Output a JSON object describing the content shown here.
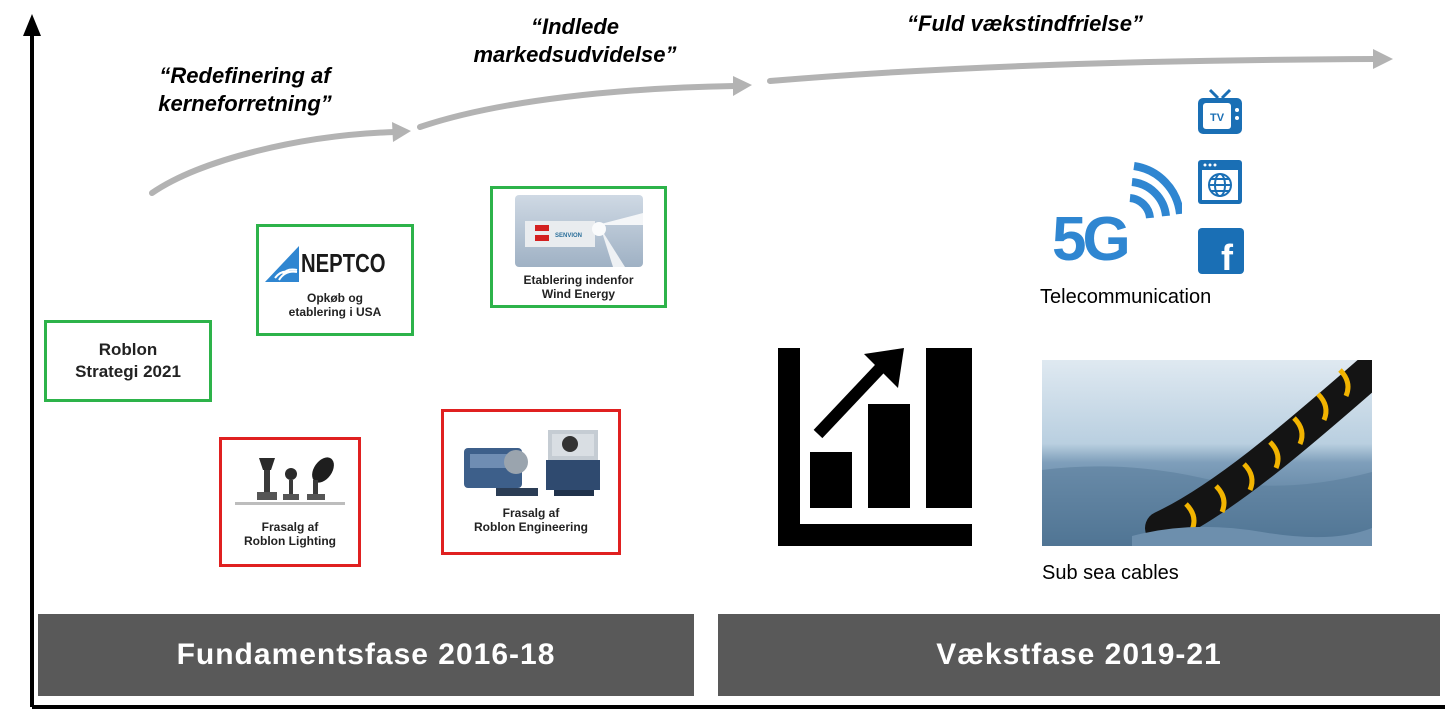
{
  "phases": {
    "step1": [
      "“Redefinering af",
      "kerneforretning”"
    ],
    "step2": [
      "“Indlede",
      "markedsudvidelse”"
    ],
    "step3": "“Fuld vækstindfrielse”"
  },
  "boxes": {
    "strategy": {
      "line1": "Roblon",
      "line2": "Strategi 2021"
    },
    "neptco": {
      "logo": "NEPTCO",
      "line1": "Opkøb og",
      "line2": "etablering i USA"
    },
    "wind": {
      "brand": "SENVION",
      "line1": "Etablering indenfor",
      "line2": "Wind Energy"
    },
    "lighting": {
      "line1": "Frasalg af",
      "line2": "Roblon Lighting"
    },
    "engineering": {
      "line1": "Frasalg af",
      "line2": "Roblon Engineering"
    }
  },
  "telecom": {
    "label": "Telecommunication",
    "logo_5g": "5G",
    "tv_badge": "TV",
    "fb_letter": "f"
  },
  "subsea": {
    "label": "Sub sea cables"
  },
  "bars": {
    "left": "Fundamentsfase 2016-18",
    "right": "Vækstfase 2019-21"
  },
  "colors": {
    "growth_box": "#2db34a",
    "divest_box": "#e02020",
    "bar": "#595959",
    "arrow": "#b3b3b3",
    "icon_blue": "#2f86d1"
  },
  "icons": [
    "tv-icon",
    "globe-browser-icon",
    "facebook-icon",
    "5g-wireless-icon",
    "growth-chart-icon"
  ]
}
